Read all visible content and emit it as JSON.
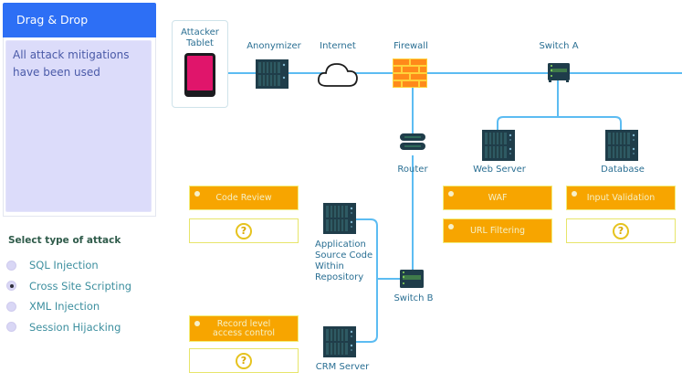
{
  "drag_drop": {
    "header": "Drag & Drop",
    "message": "All attack mitigations have been used"
  },
  "attack_selector": {
    "title": "Select type of attack",
    "options": [
      {
        "label": "SQL Injection",
        "checked": false
      },
      {
        "label": "Cross Site Scripting",
        "checked": true
      },
      {
        "label": "XML Injection",
        "checked": false
      },
      {
        "label": "Session Hijacking",
        "checked": false
      }
    ]
  },
  "diagram": {
    "nodes": {
      "attacker_tablet": "Attacker Tablet",
      "anonymizer": "Anonymizer",
      "internet": "Internet",
      "firewall": "Firewall",
      "switch_a": "Switch A",
      "router": "Router",
      "web_server": "Web Server",
      "database": "Database",
      "app_source": "Application Source Code Within Repository",
      "switch_b": "Switch B",
      "crm_server": "CRM Server"
    },
    "slots": {
      "app_source_1": {
        "label": "Code Review",
        "filled": true
      },
      "app_source_2": {
        "label": "?",
        "filled": false
      },
      "web_server_1": {
        "label": "WAF",
        "filled": true
      },
      "web_server_2": {
        "label": "URL Filtering",
        "filled": true
      },
      "database_1": {
        "label": "Input Validation",
        "filled": true
      },
      "database_2": {
        "label": "?",
        "filled": false
      },
      "crm_1": {
        "label": "Record level access control",
        "filled": true
      },
      "crm_2": {
        "label": "?",
        "filled": false
      }
    },
    "colors": {
      "link": "#5cbcf2",
      "slot_filled": "#f7a500",
      "slot_border": "#e7e56a",
      "header": "#2d6ff5",
      "tablet_screen": "#e0156b",
      "firewall": "#ff8a1a"
    }
  }
}
